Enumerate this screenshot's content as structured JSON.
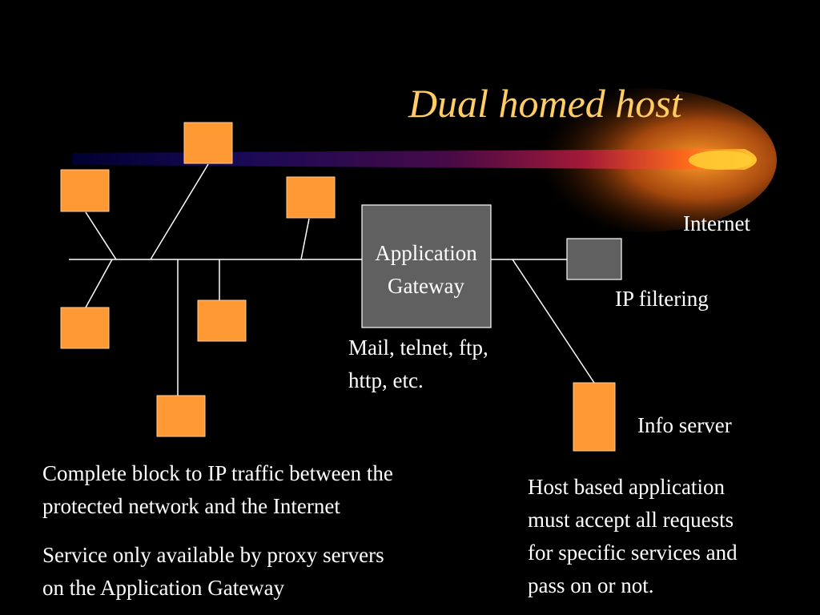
{
  "slide": {
    "title": "Dual homed host",
    "labels": {
      "internet": "Internet",
      "ip_filtering": "IP filtering",
      "info_server": "Info server",
      "gateway_line1": "Application",
      "gateway_line2": "Gateway",
      "services_line1": "Mail, telnet, ftp,",
      "services_line2": "http, etc."
    },
    "notes_left": [
      [
        "Complete block to IP traffic between the",
        "protected network and the Internet"
      ],
      [
        "Service only available by proxy servers",
        "on the Application Gateway"
      ]
    ],
    "notes_right": [
      "Host based application",
      "must accept all requests",
      "for specific services and",
      "pass on or not."
    ]
  },
  "colors": {
    "background": "#000000",
    "title": "#ffcc66",
    "node_fill": "#ff9933",
    "gateway_fill": "#606060",
    "router_fill": "#606060",
    "line": "#ffffff"
  },
  "icons": {
    "comet_swoosh": "comet-swoosh-icon"
  }
}
